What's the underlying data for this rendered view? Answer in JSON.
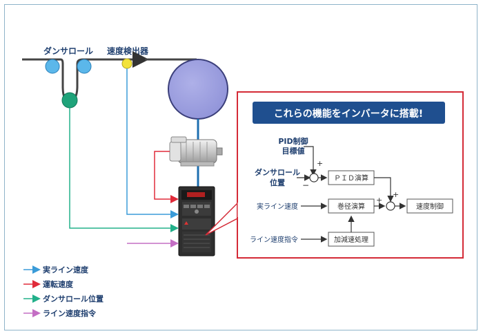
{
  "labels": {
    "dancer_roll": "ダンサロール",
    "speed_detector": "速度検出器"
  },
  "box": {
    "banner": "これらの機能をインバータに搭載!",
    "pid_setpoint_line1": "PID制御",
    "pid_setpoint_line2": "目標値",
    "dancer_position_line1": "ダンサロール",
    "dancer_position_line2": "位置",
    "actual_line_speed": "実ライン速度",
    "line_speed_command": "ライン速度指令",
    "pid_calc": "ＰＩＤ演算",
    "winding_calc": "巻径演算",
    "accel_decel": "加減速処理",
    "speed_control": "速度制御",
    "plus": "+",
    "minus": "−"
  },
  "legend": [
    {
      "label": "実ライン速度",
      "color": "#3a9bd8"
    },
    {
      "label": "運転速度",
      "color": "#e02b3a"
    },
    {
      "label": "ダンサロール位置",
      "color": "#22b08a"
    },
    {
      "label": "ライン速度指令",
      "color": "#c46ec4"
    }
  ],
  "colors": {
    "accent_red": "#d42a36",
    "banner_blue": "#1f4f8f",
    "feed_line": "#1e6fb0"
  }
}
